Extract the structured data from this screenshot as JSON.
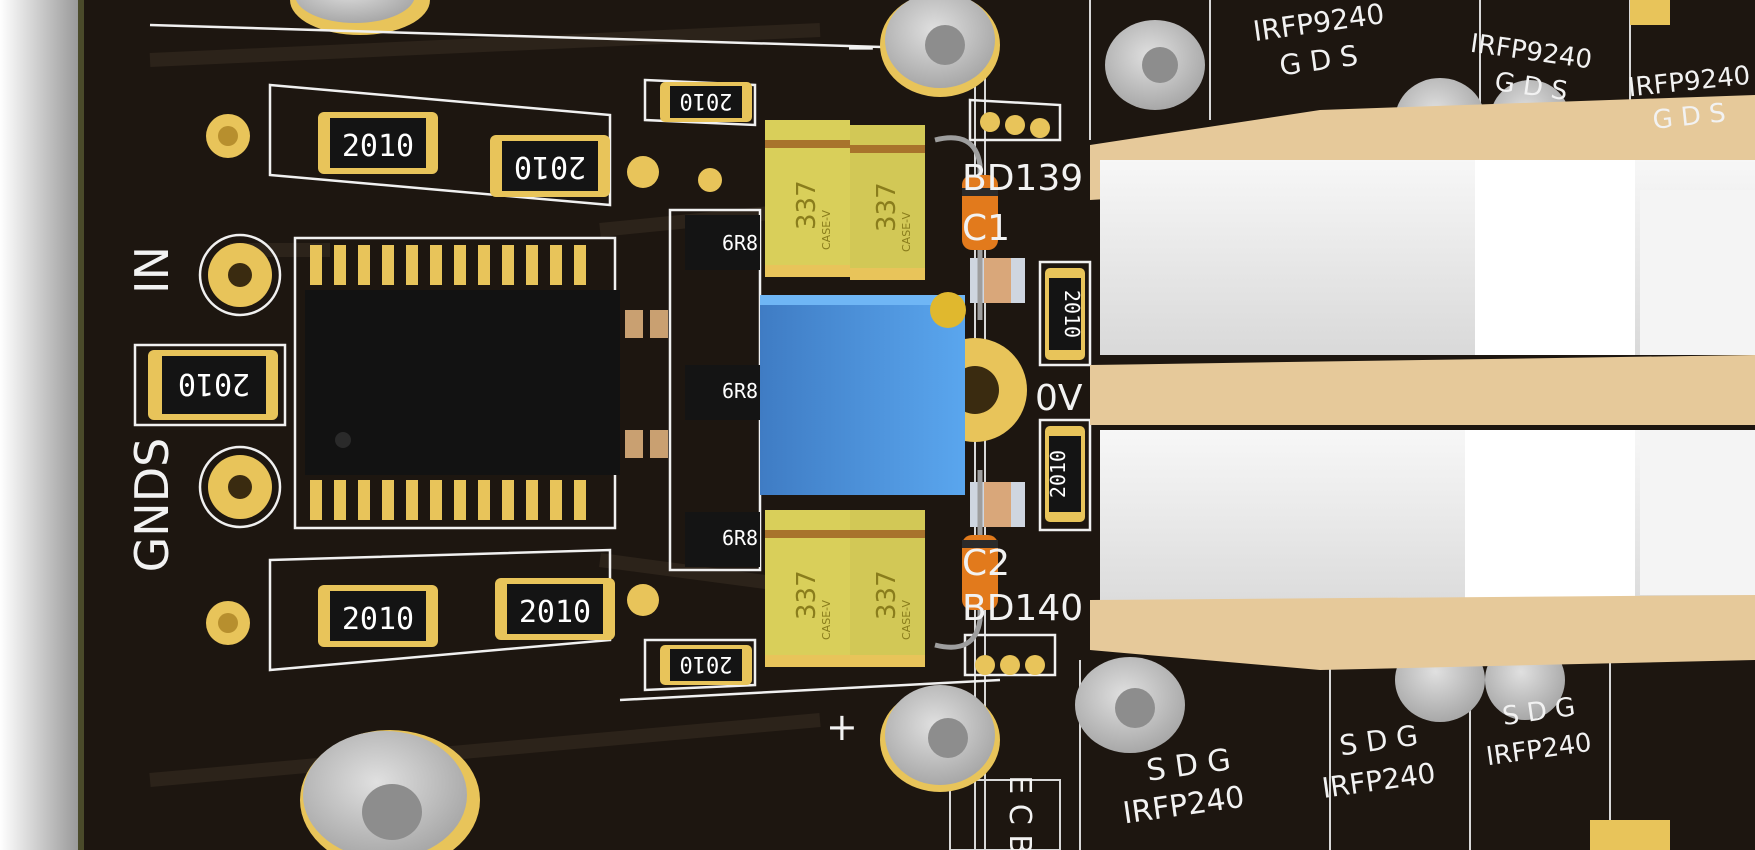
{
  "colors": {
    "board": "#1d1610",
    "board_edge": "#3a3226",
    "silkscreen": "#f0f0f0",
    "pad_gold": "#e8c45a",
    "pad_gold_dark": "#b78f2e",
    "cap_yellow": "#d9cf5a",
    "trimpot_blue": "#4a8fd6",
    "diode_orange": "#e27a1c",
    "standoff_gray": "#bdbdbd",
    "heatsink_white": "#ebebeb",
    "spacer_tan": "#e6c99a"
  },
  "silkscreen": {
    "label_in": "IN",
    "label_gnds": "GNDS",
    "label_0v": "0V",
    "label_minus": "−",
    "label_plus": "+",
    "label_bd139": "BD139",
    "label_bd140": "BD140",
    "label_c1": "C1",
    "label_c2": "C2",
    "label_ecb": "E C B",
    "fet_top_1_name": "IRFP9240",
    "fet_top_1_pins": "G D S",
    "fet_top_2_name": "IRFP9240",
    "fet_top_2_pins": "G D S",
    "fet_top_3_name": "IRFP9240",
    "fet_top_3_pins": "G D S",
    "fet_bottom_1_name": "IRFP240",
    "fet_bottom_1_pins": "S D G",
    "fet_bottom_2_name": "IRFP240",
    "fet_bottom_2_pins": "S D G",
    "fet_bottom_3_name": "IRFP240",
    "fet_bottom_3_pins": "S D G"
  },
  "resistors": {
    "r_top_left": "2010",
    "r_top_mid": "2010",
    "r_top_right": "2010",
    "r_mid_left": "2010",
    "r_bot_left": "2010",
    "r_bot_mid": "2010",
    "r_bot_right": "2010",
    "r_right_upper": "2010",
    "r_right_lower": "2010"
  },
  "inductors": {
    "l1": "6R8",
    "l2": "6R8",
    "l3": "6R8"
  },
  "capacitors": {
    "c_value": "337",
    "c_case": "CASE-V"
  }
}
